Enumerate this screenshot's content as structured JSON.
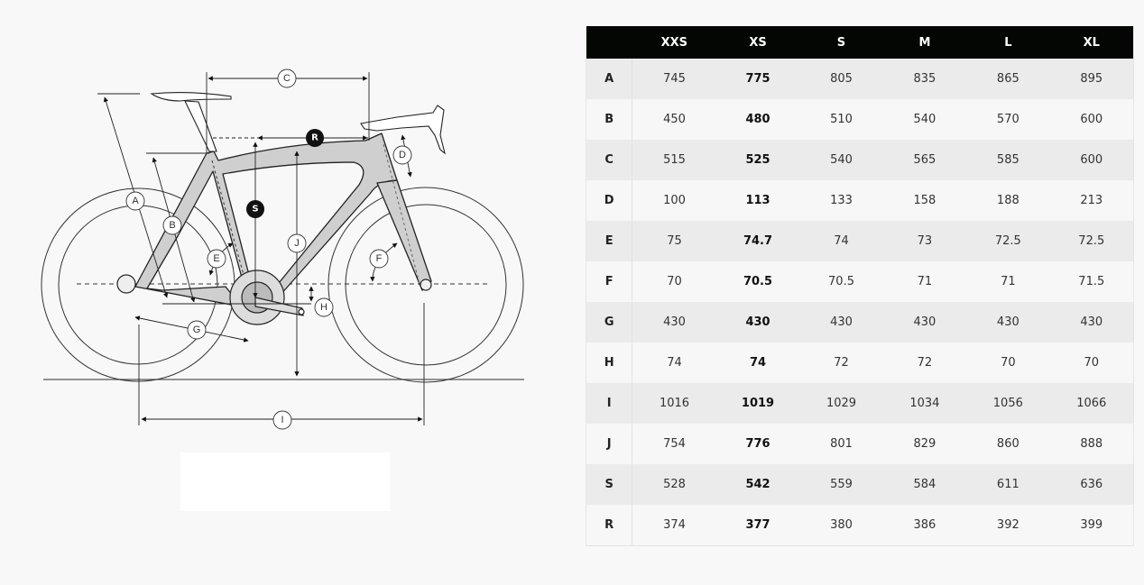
{
  "diagram": {
    "labels": [
      "A",
      "B",
      "C",
      "D",
      "E",
      "F",
      "G",
      "H",
      "I",
      "J"
    ],
    "highlight_labels": [
      "R",
      "S"
    ]
  },
  "table": {
    "headers": [
      "",
      "XXS",
      "XS",
      "S",
      "M",
      "L",
      "XL"
    ],
    "highlight_column": "XS",
    "rows": [
      {
        "label": "A",
        "values": [
          "745",
          "775",
          "805",
          "835",
          "865",
          "895"
        ]
      },
      {
        "label": "B",
        "values": [
          "450",
          "480",
          "510",
          "540",
          "570",
          "600"
        ]
      },
      {
        "label": "C",
        "values": [
          "515",
          "525",
          "540",
          "565",
          "585",
          "600"
        ]
      },
      {
        "label": "D",
        "values": [
          "100",
          "113",
          "133",
          "158",
          "188",
          "213"
        ]
      },
      {
        "label": "E",
        "values": [
          "75",
          "74.7",
          "74",
          "73",
          "72.5",
          "72.5"
        ]
      },
      {
        "label": "F",
        "values": [
          "70",
          "70.5",
          "70.5",
          "71",
          "71",
          "71.5"
        ]
      },
      {
        "label": "G",
        "values": [
          "430",
          "430",
          "430",
          "430",
          "430",
          "430"
        ]
      },
      {
        "label": "H",
        "values": [
          "74",
          "74",
          "72",
          "72",
          "70",
          "70"
        ]
      },
      {
        "label": "I",
        "values": [
          "1016",
          "1019",
          "1029",
          "1034",
          "1056",
          "1066"
        ]
      },
      {
        "label": "J",
        "values": [
          "754",
          "776",
          "801",
          "829",
          "860",
          "888"
        ]
      },
      {
        "label": "S",
        "values": [
          "528",
          "542",
          "559",
          "584",
          "611",
          "636"
        ]
      },
      {
        "label": "R",
        "values": [
          "374",
          "377",
          "380",
          "386",
          "392",
          "399"
        ]
      }
    ]
  }
}
